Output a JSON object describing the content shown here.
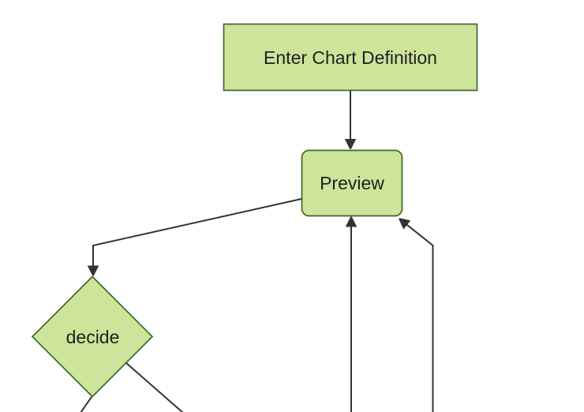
{
  "diagram": {
    "type": "flowchart",
    "theme": {
      "background": "#ffffff",
      "node_fill": "#cde49a",
      "node_stroke": "#3e692c",
      "edge_color": "#333333",
      "text_color": "#1f1f1f"
    },
    "nodes": {
      "enter_chart_definition": {
        "label": "Enter Chart Definition",
        "shape": "rectangle"
      },
      "preview": {
        "label": "Preview",
        "shape": "rounded-rectangle"
      },
      "decide": {
        "label": "decide",
        "shape": "diamond"
      }
    },
    "edges": [
      {
        "from": "enter_chart_definition",
        "to": "preview",
        "arrowhead": true
      },
      {
        "from": "preview",
        "to": "decide",
        "arrowhead": true
      },
      {
        "from": "offscreen_bottom_1",
        "to": "preview",
        "arrowhead": true
      },
      {
        "from": "offscreen_bottom_2",
        "to": "preview",
        "arrowhead": true
      },
      {
        "from": "decide",
        "to": "offscreen_bottom_left",
        "arrowhead": false
      },
      {
        "from": "decide",
        "to": "offscreen_bottom_right",
        "arrowhead": false
      }
    ]
  }
}
